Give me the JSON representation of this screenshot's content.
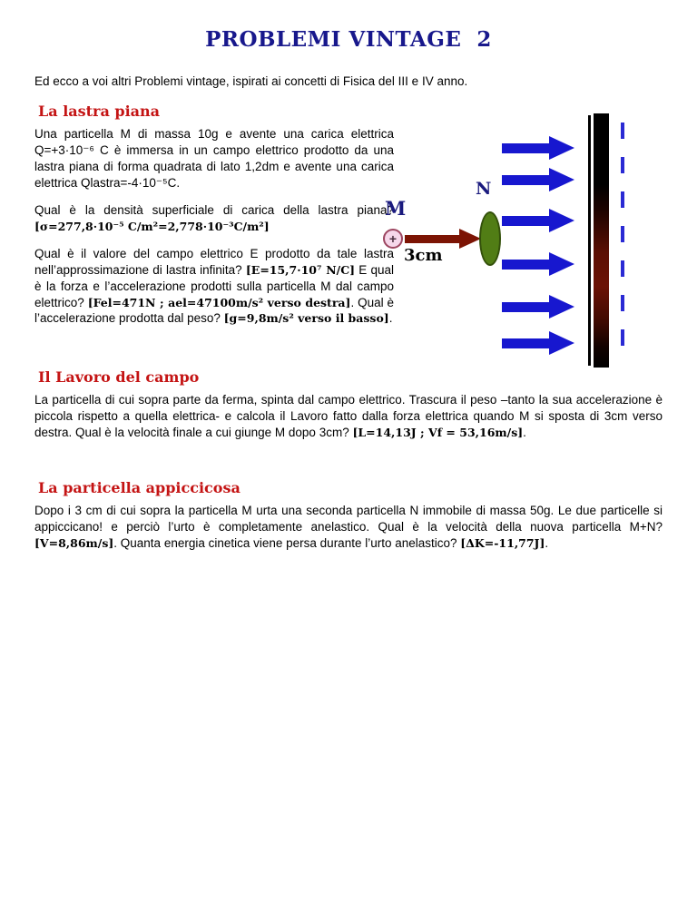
{
  "page": {
    "title": "PROBLEMI VINTAGE  2",
    "intro": "Ed ecco a voi altri Problemi vintage, ispirati ai concetti di Fisica del III e IV anno."
  },
  "sections": [
    {
      "heading": "La lastra piana",
      "paragraphs": [
        {
          "segments": [
            {
              "text": "Una particella M di massa 10g e avente una carica elettrica Q=+3·10⁻⁶ C è immersa in un campo elettrico prodotto da una lastra piana di forma quadrata di lato 1,2dm e avente una carica elettrica Qlastra=-4·10⁻⁵C.",
              "style": "normal"
            }
          ]
        },
        {
          "segments": [
            {
              "text": "Qual è la densità superficiale di carica della lastra piana? ",
              "style": "normal"
            },
            {
              "text": "[σ=277,8·10⁻⁵ C/m²=2,778·10⁻³C/m²]",
              "style": "answer"
            }
          ]
        },
        {
          "segments": [
            {
              "text": "Qual è il valore del campo elettrico E prodotto da tale lastra nell’approssimazione di lastra infinita? ",
              "style": "normal"
            },
            {
              "text": "[E=15,7·10⁷ N/C]",
              "style": "answer"
            },
            {
              "text": " E qual è la forza e l’accelerazione prodotti sulla particella M dal campo elettrico? ",
              "style": "normal"
            },
            {
              "text": "[Fel=471N ; ael=47100m/s² verso destra]",
              "style": "answer"
            },
            {
              "text": ". Qual è l’accelerazione prodotta dal peso? ",
              "style": "normal"
            },
            {
              "text": "[g=9,8m/s² verso il basso]",
              "style": "answer"
            },
            {
              "text": ".",
              "style": "normal"
            }
          ]
        }
      ]
    },
    {
      "heading": "Il Lavoro del campo",
      "paragraphs": [
        {
          "segments": [
            {
              "text": "La particella di cui sopra parte da ferma, spinta dal campo elettrico. Trascura il peso –tanto la sua accelerazione è piccola rispetto a quella elettrica- e calcola  il Lavoro fatto dalla forza elettrica quando M si sposta di 3cm verso destra. Qual è la velocità finale a cui giunge M dopo 3cm? ",
              "style": "normal"
            },
            {
              "text": "[L=14,13J ; Vf = 53,16m/s]",
              "style": "answer"
            },
            {
              "text": ".",
              "style": "normal"
            }
          ]
        }
      ]
    },
    {
      "heading": "La particella appiccicosa",
      "paragraphs": [
        {
          "segments": [
            {
              "text": "Dopo i 3 cm di cui sopra la particella M urta una seconda particella N immobile di massa 50g. Le due particelle si appiccicano! e perciò l’urto è completamente anelastico. Qual è la velocità della nuova particella M+N? ",
              "style": "normal"
            },
            {
              "text": "[V=8,86m/s]",
              "style": "answer"
            },
            {
              "text": ". Quanta energia cinetica viene persa durante l’urto anelastico? ",
              "style": "normal"
            },
            {
              "text": "[ΔK=-11,77J]",
              "style": "answer"
            },
            {
              "text": ".",
              "style": "normal"
            }
          ]
        }
      ]
    }
  ],
  "figure": {
    "labels": {
      "m": "M",
      "n": "N",
      "plus": "+",
      "distance": "3cm"
    }
  },
  "colors": {
    "title_navy": "#18188c",
    "heading_red": "#c41414",
    "label_navy": "#1a1a7e",
    "arrow_blue": "#1717cf",
    "dashed_blue": "#2a2ad4",
    "arrow_red": "#7c1404",
    "particle_fill": "#f6d7ea",
    "particle_border": "#9c4560",
    "ellipse_green": "#517d15",
    "ellipse_border": "#33500a",
    "plate_red": "#6b1205"
  }
}
